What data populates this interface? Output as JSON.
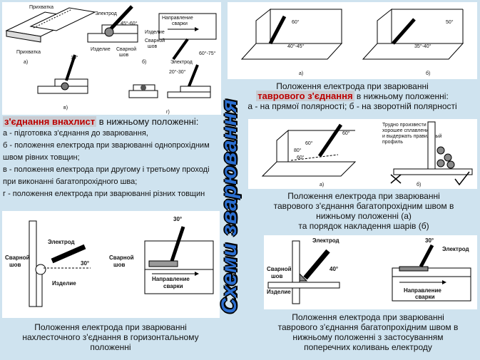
{
  "title": "Схеми зварювання",
  "panel_top_left": {
    "labels": {
      "a": "а)",
      "b": "б)",
      "v": "в)",
      "g": "г)",
      "prikh1": "Прихватка",
      "prikh2": "Прихватка",
      "elektrod": "Электрод",
      "izdelie": "Изделие",
      "svarnoy": "Сварной",
      "shov": "шов",
      "napravlenie": "Направление",
      "svarki": "сварки",
      "izdelie2": "Изделие",
      "svarnoy2": "Сварной",
      "shov2": "шов",
      "elektrod2": "Электрод",
      "ang1": "45°-60°",
      "ang2": "60°-75°",
      "ang3": "10°",
      "ang4": "20°-30°"
    }
  },
  "panel_top_right": {
    "labels": {
      "a": "а)",
      "b": "б)",
      "a60": "60°",
      "a4045": "40°-45°",
      "a50": "50°",
      "a3540": "35°-40°"
    }
  },
  "caption_tee": {
    "line1": "Положення електрода при зварюванні",
    "emph": "таврового з'єднання",
    "rest": " в нижньому положенні:",
    "line3": "а - на прямої полярності; б - на зворотній полярності"
  },
  "lap_text": {
    "emph": "з'єднання внахлист",
    "head_rest": " в нижньому положенні:",
    "items": [
      "а - підготовка з'єднання до зварювання,",
      "б - положення електрода при зварюванні однопрохідним",
      "швом рівних товщин;",
      "в - положення електрода при другому і третьому проході",
      "при виконанні багатопрохідного шва;",
      "г - положення електрода при зварюванні різних товщин"
    ]
  },
  "panel_mid_right": {
    "labels": {
      "a": "а)",
      "b": "б)",
      "a60a": "60°",
      "a60b": "60°",
      "a80": "80°",
      "a60c": "60°",
      "note1": "Трудно произвести",
      "note2": "хорошее сплавление",
      "note3": "и выдержать правильный",
      "note4": "профиль"
    }
  },
  "caption_multi": {
    "l1": "Положення електрода при зварюванні",
    "l2": "таврового з'єднання багатопрохідним швом в",
    "l3": "нижньому положенні (а)",
    "l4": "та порядок накладення шарів (б)"
  },
  "panel_bottom_left": {
    "labels": {
      "elektrod": "Электрод",
      "svarnoy": "Сварной",
      "shov": "шов",
      "izdelie": "Изделие",
      "a30": "30°",
      "svarnoy2": "Сварной",
      "shov2": "шов",
      "napr": "Направление",
      "svarki": "сварки",
      "a30b": "30°"
    }
  },
  "caption_lap": {
    "l1": "Положення електрода при зварюванні",
    "l2": "нахлесточного з'єднання в горизонтальному",
    "l3": "положенні"
  },
  "panel_bottom_right": {
    "labels": {
      "elektrod": "Электрод",
      "svarnoy": "Сварной",
      "shov": "шов",
      "izdelie": "Изделие",
      "a40": "40°",
      "a30": "30°",
      "elektrod2": "Электрод",
      "napr": "Направление",
      "svarki": "сварки"
    }
  },
  "caption_trans": {
    "l1": "Положення електрода при зварюванні",
    "l2": "таврового з'єднання багатопрохідним швом в",
    "l3": "нижньому положенні з застосуванням",
    "l4": "поперечних коливань електроду"
  }
}
